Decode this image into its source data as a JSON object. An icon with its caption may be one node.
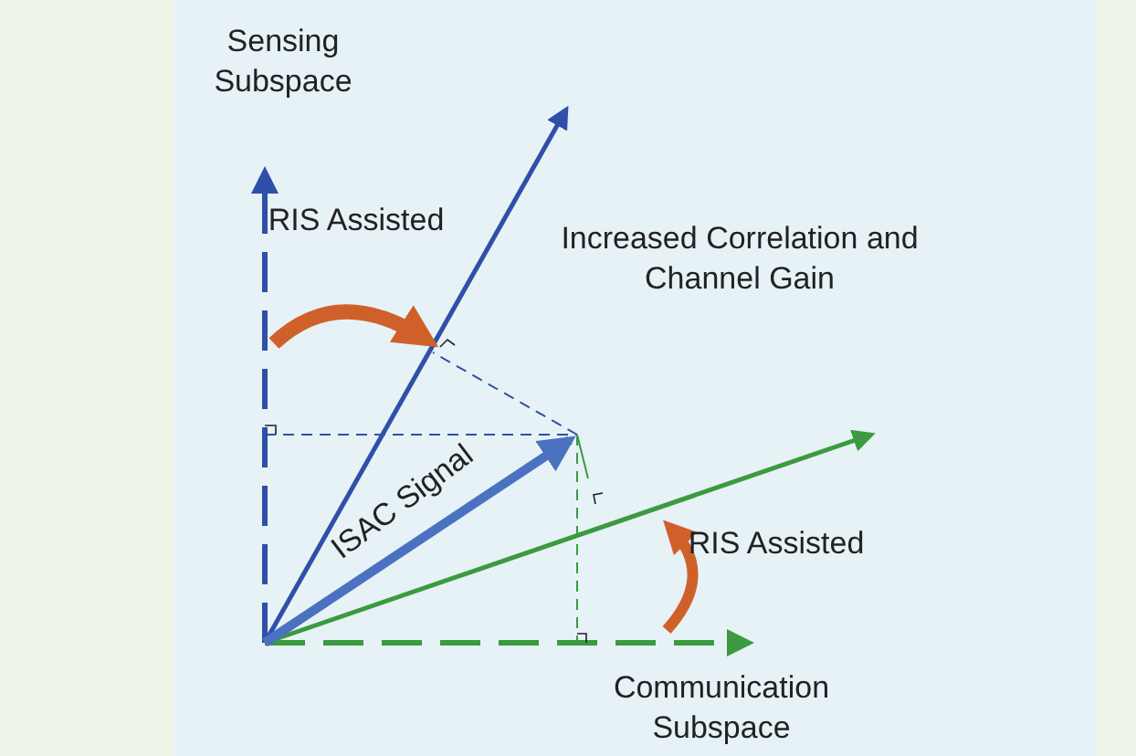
{
  "diagram": {
    "labels": [
      "Sensing Subspace",
      "RIS Assisted",
      "Increased Correlation and Channel Gain",
      "ISAC Signal",
      "RIS Assisted",
      "Communication Subspace"
    ]
  }
}
